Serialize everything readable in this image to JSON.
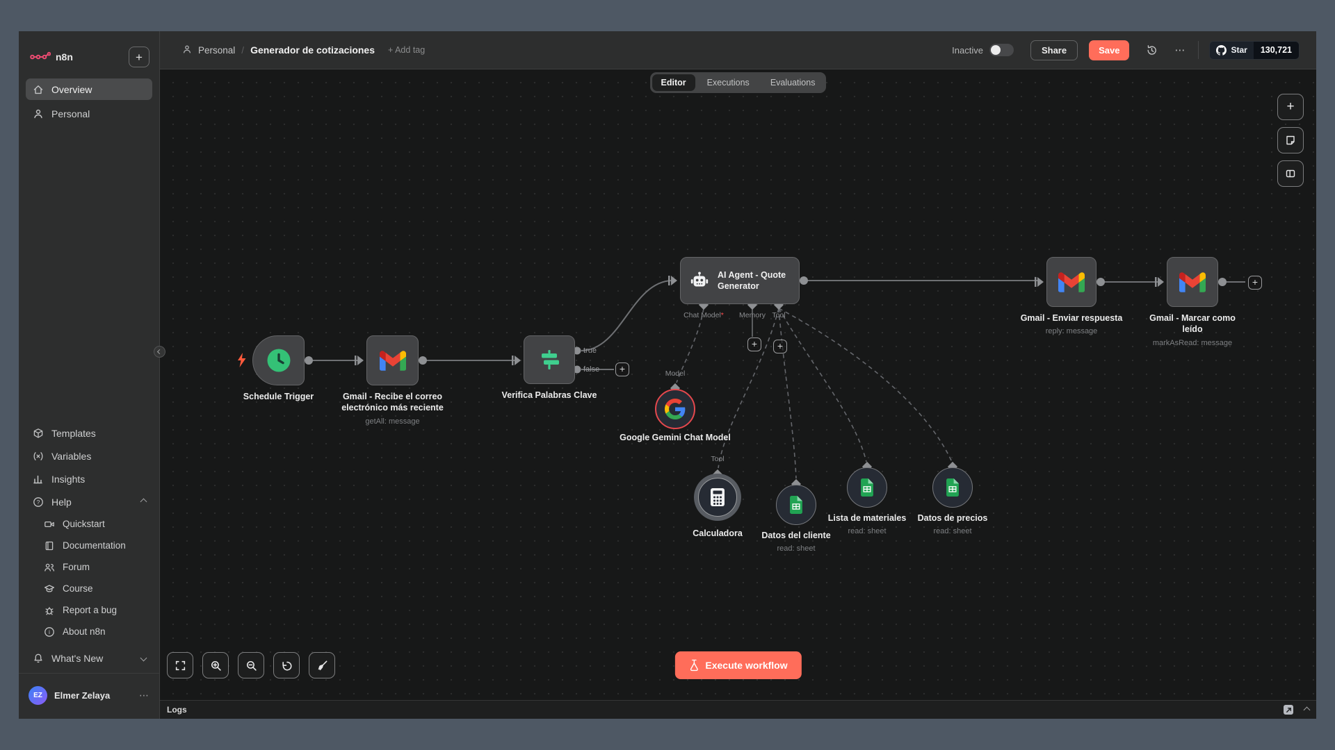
{
  "topbar": {
    "project": "Personal",
    "separator": "/",
    "title": "Generador de cotizaciones",
    "add_tag": "+ Add tag",
    "status": "Inactive",
    "share": "Share",
    "save": "Save",
    "more": "⋯",
    "github_star": "Star",
    "github_count": "130,721"
  },
  "tabs": {
    "editor": "Editor",
    "executions": "Executions",
    "evaluations": "Evaluations"
  },
  "sidebar": {
    "brand": "n8n",
    "new": "+",
    "overview": "Overview",
    "personal": "Personal",
    "templates": "Templates",
    "variables": "Variables",
    "insights": "Insights",
    "help": "Help",
    "quickstart": "Quickstart",
    "documentation": "Documentation",
    "forum": "Forum",
    "course": "Course",
    "report_bug": "Report a bug",
    "about": "About n8n",
    "whats_new": "What's New",
    "user_initials": "EZ",
    "user_name": "Elmer Zelaya",
    "user_menu": "⋯"
  },
  "canvas": {
    "execute": "Execute workflow",
    "logs": "Logs",
    "ports": {
      "true": "true",
      "false": "false",
      "chat_model": "Chat Model",
      "required": "*",
      "memory": "Memory",
      "tool": "Tool",
      "model": "Model",
      "tool_sub": "Tool",
      "plus": "+"
    },
    "nodes": {
      "schedule": {
        "name": "Schedule Trigger"
      },
      "gmail_receive": {
        "name": "Gmail - Recibe el correo electrónico más reciente",
        "subtitle": "getAll: message"
      },
      "verifica": {
        "name": "Verifica Palabras Clave"
      },
      "agent": {
        "name": "AI Agent - Quote Generator"
      },
      "gemini": {
        "name": "Google Gemini Chat Model"
      },
      "calculadora": {
        "name": "Calculadora"
      },
      "cliente": {
        "name": "Datos del cliente",
        "subtitle": "read: sheet"
      },
      "materiales": {
        "name": "Lista de materiales",
        "subtitle": "read: sheet"
      },
      "precios": {
        "name": "Datos de precios",
        "subtitle": "read: sheet"
      },
      "gmail_reply": {
        "name": "Gmail - Enviar respuesta",
        "subtitle": "reply: message"
      },
      "gmail_mark": {
        "name": "Gmail - Marcar como leído",
        "subtitle": "markAsRead: message"
      }
    }
  },
  "colors": {
    "accent": "#ff6d5a",
    "brand_pink": "#ea4b71",
    "trigger_green": "#34c176",
    "if_green": "#3fcf8e",
    "sheets_green": "#21a353",
    "gemini_ring": "#e5484d"
  }
}
